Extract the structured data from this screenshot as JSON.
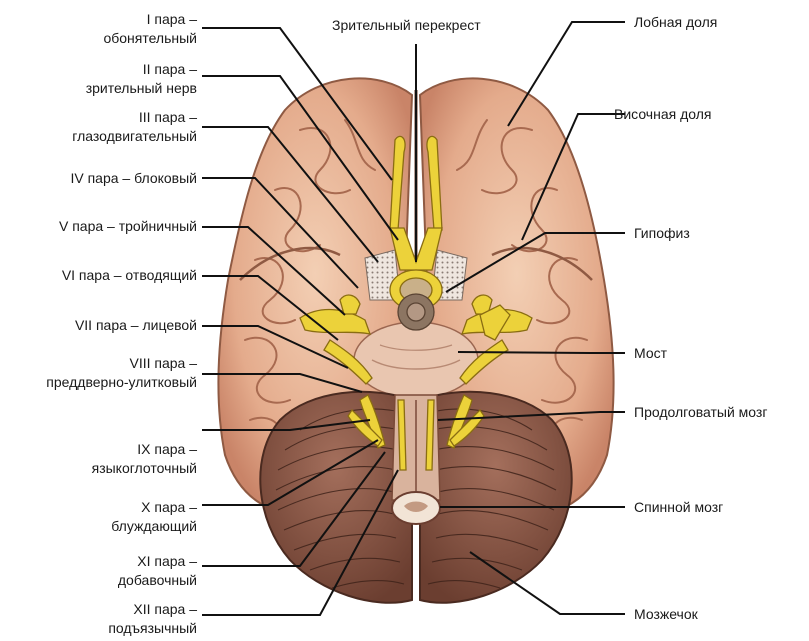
{
  "labels_left": [
    {
      "id": "n1",
      "lines": [
        "I пара –",
        "обонятельный"
      ]
    },
    {
      "id": "n2",
      "lines": [
        "II пара –",
        "зрительный нерв"
      ]
    },
    {
      "id": "n3",
      "lines": [
        "III пара –",
        "глазодвигательный"
      ]
    },
    {
      "id": "n4",
      "lines": [
        "IV пара – блоковый"
      ]
    },
    {
      "id": "n5",
      "lines": [
        "V пара – тройничный"
      ]
    },
    {
      "id": "n6",
      "lines": [
        "VI  пара – отводящий"
      ]
    },
    {
      "id": "n7",
      "lines": [
        "VII  пара – лицевой"
      ]
    },
    {
      "id": "n8",
      "lines": [
        "VIII  пара –",
        "преддверно-улитковый"
      ]
    },
    {
      "id": "n9",
      "lines": [
        "IX  пара –",
        "языкоглоточный"
      ]
    },
    {
      "id": "n10",
      "lines": [
        "X  пара –",
        "блуждающий"
      ]
    },
    {
      "id": "n11",
      "lines": [
        "XI пара –",
        "добавочный"
      ]
    },
    {
      "id": "n12",
      "lines": [
        "XII пара –",
        "подъязычный"
      ]
    }
  ],
  "labels_right": [
    {
      "id": "frontal",
      "lines": [
        "Лобная доля"
      ]
    },
    {
      "id": "temporal",
      "lines": [
        "Височная доля"
      ]
    },
    {
      "id": "pituitary",
      "lines": [
        "Гипофиз"
      ]
    },
    {
      "id": "pons",
      "lines": [
        "Мост"
      ]
    },
    {
      "id": "medulla",
      "lines": [
        "Продолговатый мозг"
      ]
    },
    {
      "id": "spinal",
      "lines": [
        "Спинной мозг"
      ]
    },
    {
      "id": "cerebellum",
      "lines": [
        "Мозжечок"
      ]
    }
  ],
  "label_top": {
    "id": "chiasm",
    "lines": [
      "Зрительный перекрест"
    ]
  }
}
